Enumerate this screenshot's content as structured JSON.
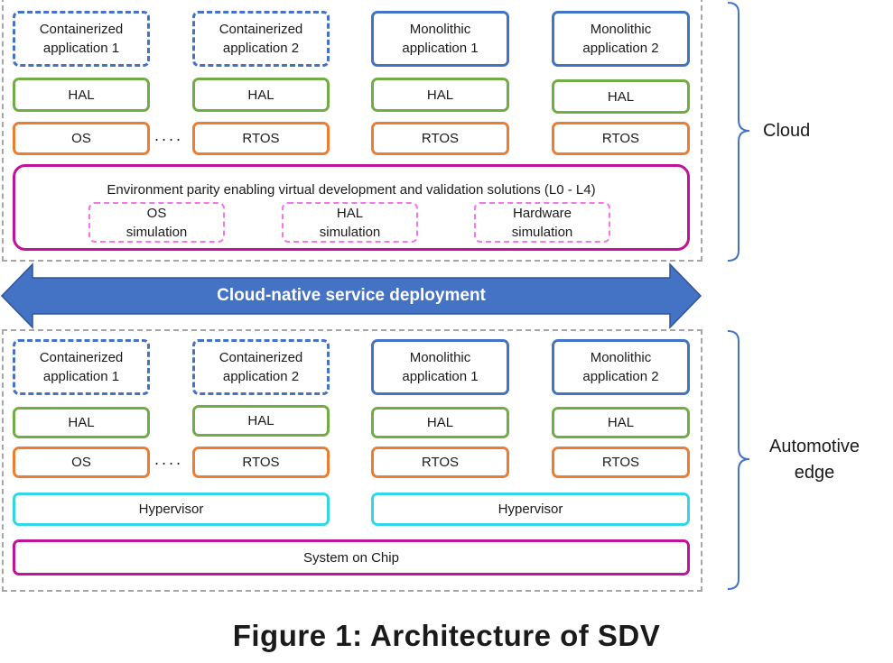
{
  "cloud": {
    "label": "Cloud",
    "apps": [
      {
        "label": "Containerized\napplication 1"
      },
      {
        "label": "Containerized\napplication 2"
      },
      {
        "label": "Monolithic\napplication 1"
      },
      {
        "label": "Monolithic\napplication 2"
      }
    ],
    "hal": [
      "HAL",
      "HAL",
      "HAL",
      "HAL"
    ],
    "os": [
      "OS",
      "RTOS",
      "RTOS",
      "RTOS"
    ],
    "dots": "....",
    "environment": {
      "title": "Environment parity enabling virtual development  and validation solutions (L0 - L4)",
      "simulations": [
        "OS\nsimulation",
        "HAL\nsimulation",
        "Hardware\nsimulation"
      ]
    }
  },
  "arrow": {
    "label": "Cloud-native service deployment",
    "color": "#4472c4"
  },
  "edge": {
    "label": "Automotive\nedge",
    "apps": [
      {
        "label": "Containerized\napplication 1"
      },
      {
        "label": "Containerized\napplication 2"
      },
      {
        "label": "Monolithic\napplication 1"
      },
      {
        "label": "Monolithic\napplication 2"
      }
    ],
    "hal": [
      "HAL",
      "HAL",
      "HAL",
      "HAL"
    ],
    "os": [
      "OS",
      "RTOS",
      "RTOS",
      "RTOS"
    ],
    "dots": "....",
    "hypervisors": [
      "Hypervisor",
      "Hypervisor"
    ],
    "soc": "System on Chip"
  },
  "caption": "Figure 1: Architecture of SDV",
  "colors": {
    "app": "#4472c4",
    "hal": "#70ad47",
    "os": "#ed7d31",
    "hypervisor": "#33d6e6",
    "soc": "#c0139a",
    "simulation": "#f077ee",
    "region": "#a6a6a6",
    "brace": "#4472c4"
  }
}
